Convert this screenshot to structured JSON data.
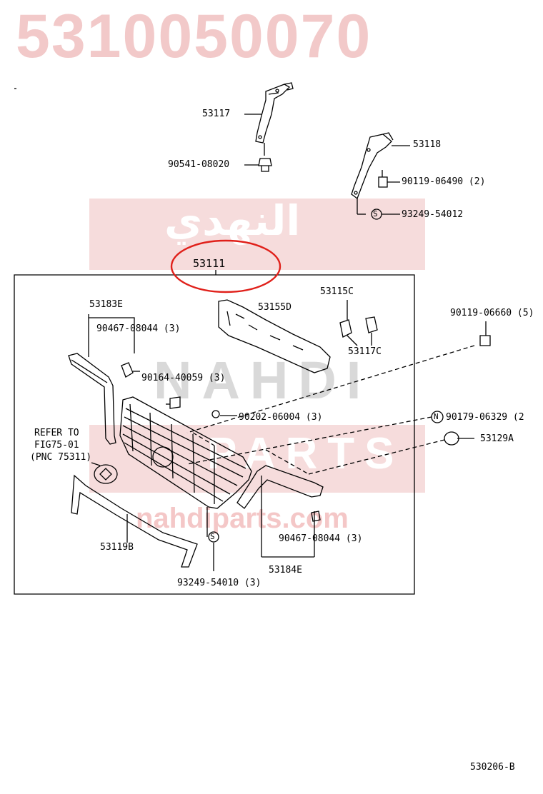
{
  "part_number": "5310050070",
  "watermark": {
    "arabic": "النهدي",
    "brand": "NAHDI",
    "parts": "PARTS",
    "url": "nahdiparts.com",
    "band_color": "#f5d6d6"
  },
  "diagram": {
    "highlight_color": "#e0201a",
    "highlighted_part": "53111",
    "labels": {
      "p53117": "53117",
      "p90541_08020": "90541-08020",
      "p53118": "53118",
      "p90119_06490": "90119-06490 (2)",
      "p93249_54012": "93249-54012",
      "p53111": "53111",
      "p53183E": "53183E",
      "p90467_08044_top": "90467-08044 (3)",
      "p53115C": "53115C",
      "p53155D": "53155D",
      "p53117C": "53117C",
      "p90119_06660": "90119-06660 (5)",
      "p90164_40059": "90164-40059 (3)",
      "p90202_06004": "90202-06004 (3)",
      "refer_line1": "REFER TO",
      "refer_line2": "FIG75-01",
      "refer_line3": "(PNC 75311)",
      "p90179_06329": "90179-06329 (2",
      "p53129A": "53129A",
      "p53119B": "53119B",
      "p90467_08044_bottom": "90467-08044 (3)",
      "p93249_54010": "93249-54010 (3)",
      "p53184E": "53184E",
      "fig_code": "530206-B"
    },
    "symbols": {
      "s": "S",
      "n": "N"
    }
  }
}
